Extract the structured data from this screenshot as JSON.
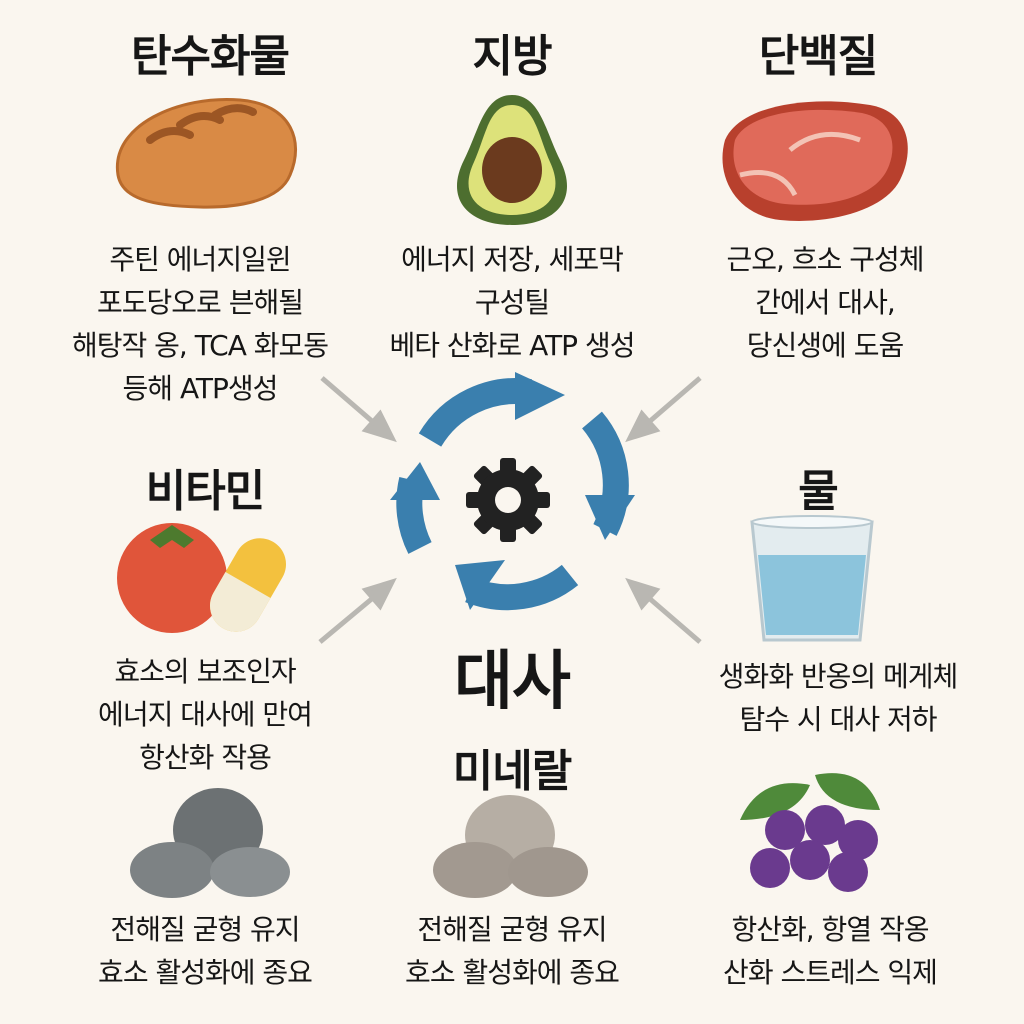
{
  "center": {
    "title": "대사",
    "icon": "gear-icon"
  },
  "nutrients": {
    "carbs": {
      "title": "탄수화물",
      "lines": [
        "주틴 에너지일윈",
        "포도당오로 븐해될",
        "해탕작 옹, TCA 화모동",
        "등해 ATP생성"
      ]
    },
    "fat": {
      "title": "지방",
      "lines": [
        "에너지 저장, 세포막",
        "구성틸",
        "베타 산화로 ATP 생성"
      ]
    },
    "protein": {
      "title": "단백질",
      "lines": [
        "근오, 흐소 구성체",
        "간에서 대사,",
        "당신생에 도움"
      ]
    },
    "vitamin": {
      "title": "비타민",
      "lines": [
        "효소의 보조인자",
        "에너지 대사에 만여",
        "항산화 작용"
      ]
    },
    "water": {
      "title": "물",
      "lines": [
        "생화화 반옹의 메게체",
        "탐수 시 대사 저하"
      ]
    },
    "mineral": {
      "title": "미네랄",
      "lines": [
        "전해질 굳형 유지",
        "호소 활성화에 종요"
      ]
    },
    "mineral_left": {
      "lines": [
        "전해질 굳형 유지",
        "효소 활성화에 종요"
      ]
    },
    "antioxidant": {
      "lines": [
        "항산화, 항열 작옹",
        "산화 스트레스 익제"
      ]
    }
  },
  "colors": {
    "background": "#faf6ef",
    "cycle": "#3a7fae",
    "arrow": "#b9b7b2",
    "text": "#161616"
  }
}
